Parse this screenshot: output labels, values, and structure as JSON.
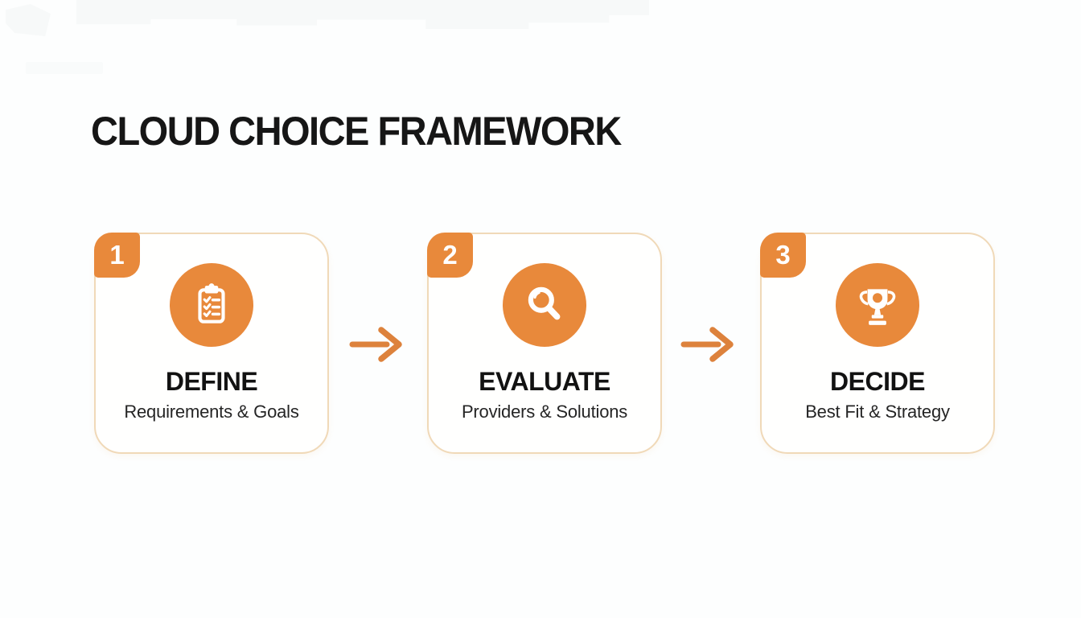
{
  "title": "CLOUD CHOICE FRAMEWORK",
  "colors": {
    "accent_orange": "#e8893b",
    "arrow_orange": "#dd823c",
    "card_border": "#f0d9b8",
    "card_background": "#fffffe",
    "page_background": "#fdfefe",
    "title_text": "#161616",
    "heading_text": "#121212",
    "subheading_text": "#252525",
    "badge_number_text": "#ffffff"
  },
  "steps": [
    {
      "number": "1",
      "icon": "clipboard-checklist-icon",
      "heading": "DEFINE",
      "subheading": "Requirements & Goals"
    },
    {
      "number": "2",
      "icon": "magnifier-icon",
      "heading": "EVALUATE",
      "subheading": "Providers & Solutions"
    },
    {
      "number": "3",
      "icon": "trophy-icon",
      "heading": "DECIDE",
      "subheading": "Best Fit & Strategy"
    }
  ],
  "arrows": [
    {
      "direction": "right"
    },
    {
      "direction": "right"
    }
  ]
}
